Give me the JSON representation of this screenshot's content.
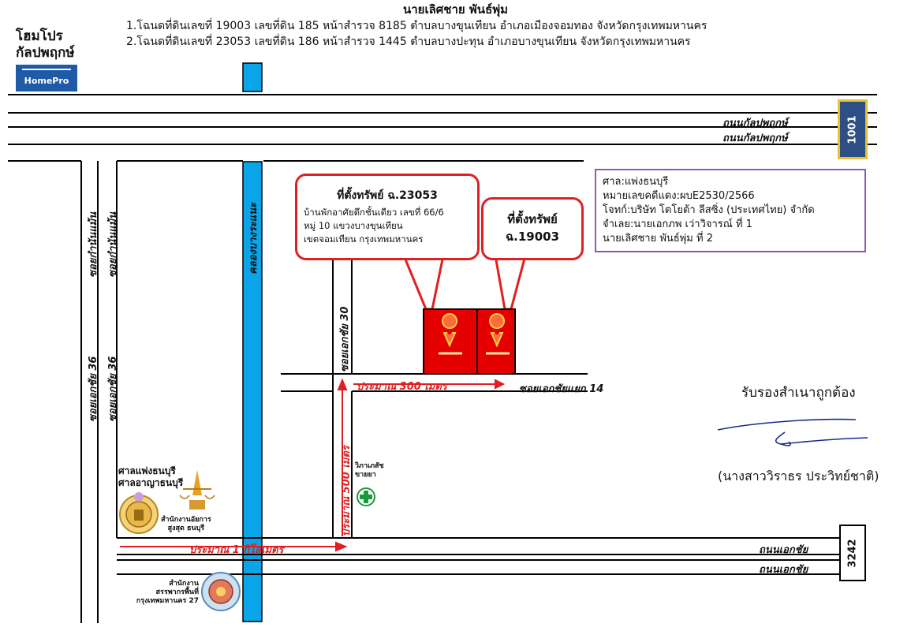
{
  "header": {
    "title": "นายเลิศชาย พันธ์พุ่ม",
    "deed_lines": [
      "1.โฉนดที่ดินเลขที่ 19003 เลขที่ดิน 185 หน้าสำรวจ 8185 ตำบลบางขุนเทียน อำเภอเมืองจอมทอง จังหวัดกรุงเทพมหานคร",
      "2.โฉนดที่ดินเลขที่ 23053 เลขที่ดิน 186 หน้าสำรวจ 1445 ตำบลบางปะทุน อำเภอบางขุนเทียน จังหวัดกรุงเทพมหานคร"
    ]
  },
  "landmark_store": {
    "name_line1": "โฮมโปร",
    "name_line2": "กัลปพฤกษ์",
    "logo_text": "HomePro"
  },
  "roads": {
    "kanlapaphruek_1": "ถนนกัลปพฤกษ์",
    "kanlapaphruek_2": "ถนนกัลปพฤกษ์",
    "ekachai_1": "ถนนเอกชัย",
    "ekachai_2": "ถนนเอกชัย",
    "soi_kamnan_1": "ซอยกำนันแม้น",
    "soi_kamnan_2": "ซอยกำนันแม้น",
    "soi_ekachai36_1": "ซอยเอกชัย 36",
    "soi_ekachai36_2": "ซอยเอกชัย 36",
    "soi_ekachai30": "ซอยเอกชัย 30",
    "soi_ekachai_yaek14": "ซอยเอกชัยแยก 14",
    "canal": "คลองบางระแนะ",
    "route_1001": "1001",
    "route_3242": "3242"
  },
  "callouts": {
    "asset_23053": {
      "title": "ที่ตั้งทรัพย์ ฉ.23053",
      "line1": "บ้านพักอาศัยตึกชั้นเดียว เลขที่ 66/6",
      "line2": "หมู่ 10 แขวงบางขุนเทียน",
      "line3": "เขตจอมเทียน กรุงเทพมหานคร"
    },
    "asset_19003": {
      "title_line1": "ที่ตั้งทรัพย์",
      "title_line2": "ฉ.19003"
    }
  },
  "case_info": [
    "ศาล:แพ่งธนบุรี",
    "หมายเลขคดีแดง:ผบE2530/2566",
    "โจทก์:บริษัท โตโยต้า ลีสซิ่ง (ประเทศไทย) จำกัด",
    "จำเลย:นายเอกภพ เว่าวิจารณ์ ที่ 1",
    "นายเลิศชาย พันธ์พุ่ม ที่ 2"
  ],
  "distances": {
    "d300": "ประมาณ 300 เมตร",
    "d500": "ประมาณ 500 เมตร",
    "d1km": "ประมาณ 1 กิโลเมตร"
  },
  "landmarks": {
    "court_line1": "ศาลแพ่งธนบุรี",
    "court_line2": "ศาลอาญาธนบุรี",
    "prosecutor_line1": "สำนักงานอัยการ",
    "prosecutor_line2": "สูงสุด ธนบุรี",
    "pharmacy_line1": "วิภาเภสัช",
    "pharmacy_line2": "ขายยา",
    "revenue_line1": "สำนักงาน",
    "revenue_line2": "สรรพากรพื้นที่",
    "revenue_line3": "กรุงเทพมหานคร 27"
  },
  "certification": {
    "text": "รับรองสำเนาถูกต้อง",
    "signer": "(นางสาววิราธร  ประวิทย์ชาติ)"
  },
  "colors": {
    "road_line": "#000000",
    "canal": "#0aa5e8",
    "asset_fill": "#e50000",
    "callout_border": "#e02020",
    "distance_arrow": "#e02020",
    "case_box_border": "#8a5ab5",
    "route_1001_fill": "#2d4f86",
    "route_1001_border": "#e8c230",
    "pharmacy_cross": "#1a9a3a"
  },
  "icons": [
    "map-pin-icon",
    "pharmacy-cross-icon",
    "court-seal-icon",
    "prosecutor-emblem-icon",
    "revenue-seal-icon",
    "homepro-logo-icon"
  ]
}
